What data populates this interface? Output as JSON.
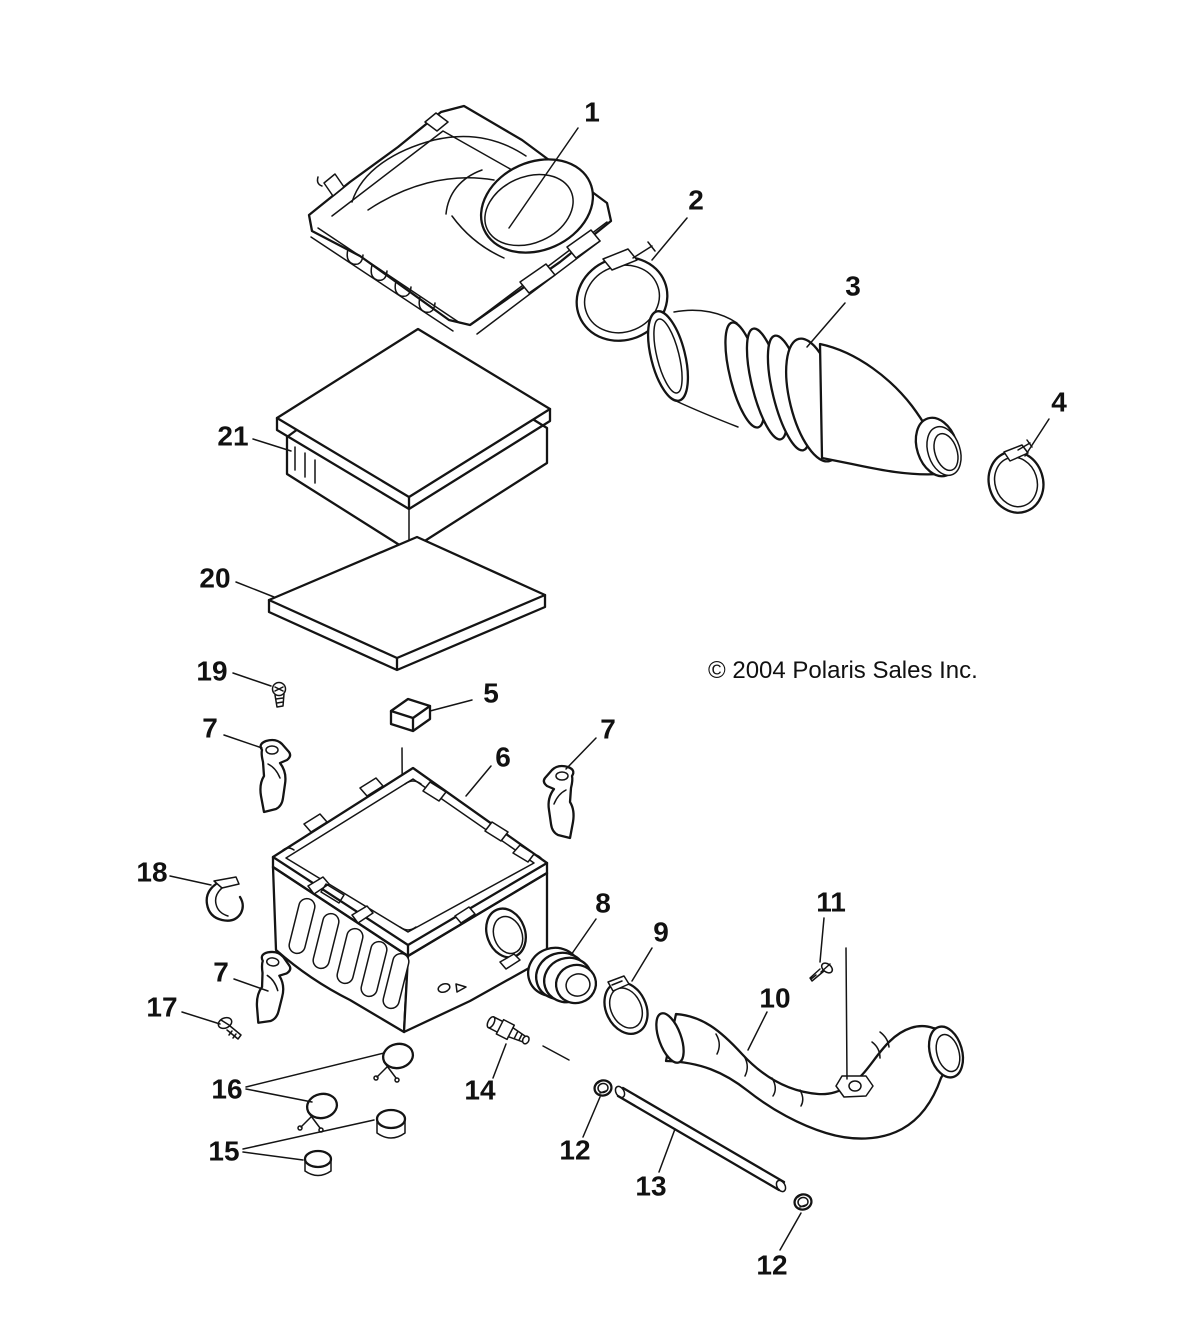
{
  "diagram": {
    "copyright": "© 2004 Polaris Sales Inc.",
    "background_color": "#ffffff",
    "line_color": "#141414",
    "callouts": [
      {
        "label": "1"
      },
      {
        "label": "2"
      },
      {
        "label": "3"
      },
      {
        "label": "4"
      },
      {
        "label": "21"
      },
      {
        "label": "20"
      },
      {
        "label": "19"
      },
      {
        "label": "5"
      },
      {
        "label": "7"
      },
      {
        "label": "7"
      },
      {
        "label": "6"
      },
      {
        "label": "18"
      },
      {
        "label": "8"
      },
      {
        "label": "9"
      },
      {
        "label": "11"
      },
      {
        "label": "10"
      },
      {
        "label": "7"
      },
      {
        "label": "17"
      },
      {
        "label": "16"
      },
      {
        "label": "14"
      },
      {
        "label": "15"
      },
      {
        "label": "12"
      },
      {
        "label": "13"
      },
      {
        "label": "12"
      }
    ]
  }
}
